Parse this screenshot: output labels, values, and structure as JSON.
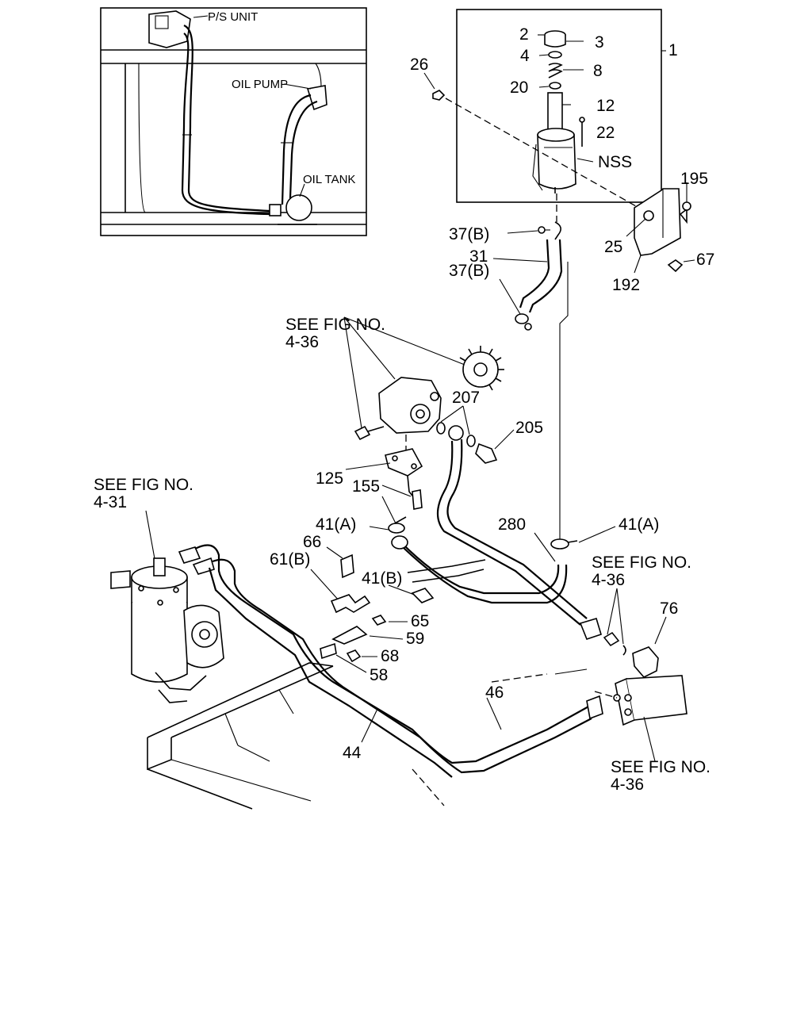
{
  "inset": {
    "ps_unit": "P/S UNIT",
    "oil_pump": "OIL PUMP",
    "oil_tank": "OIL TANK"
  },
  "refs": {
    "fig_4_36_top": [
      "SEE FIG NO.",
      "4-36"
    ],
    "fig_4_31": [
      "SEE FIG NO.",
      "4-31"
    ],
    "fig_4_36_right": [
      "SEE FIG NO.",
      "4-36"
    ],
    "fig_4_36_bottom": [
      "SEE FIG NO.",
      "4-36"
    ]
  },
  "callouts": {
    "c1": "1",
    "c2": "2",
    "c3": "3",
    "c4": "4",
    "c8": "8",
    "c20": "20",
    "c12": "12",
    "c22": "22",
    "nss": "NSS",
    "c26": "26",
    "c195": "195",
    "c25": "25",
    "c67": "67",
    "c192": "192",
    "c37b_1": "37(B)",
    "c31": "31",
    "c37b_2": "37(B)",
    "c207": "207",
    "c205": "205",
    "c125": "125",
    "c155": "155",
    "c41a_1": "41(A)",
    "c280": "280",
    "c41a_2": "41(A)",
    "c66": "66",
    "c61b": "61(B)",
    "c41b": "41(B)",
    "c65": "65",
    "c59": "59",
    "c68": "68",
    "c58": "58",
    "c76": "76",
    "c46": "46",
    "c44": "44"
  }
}
